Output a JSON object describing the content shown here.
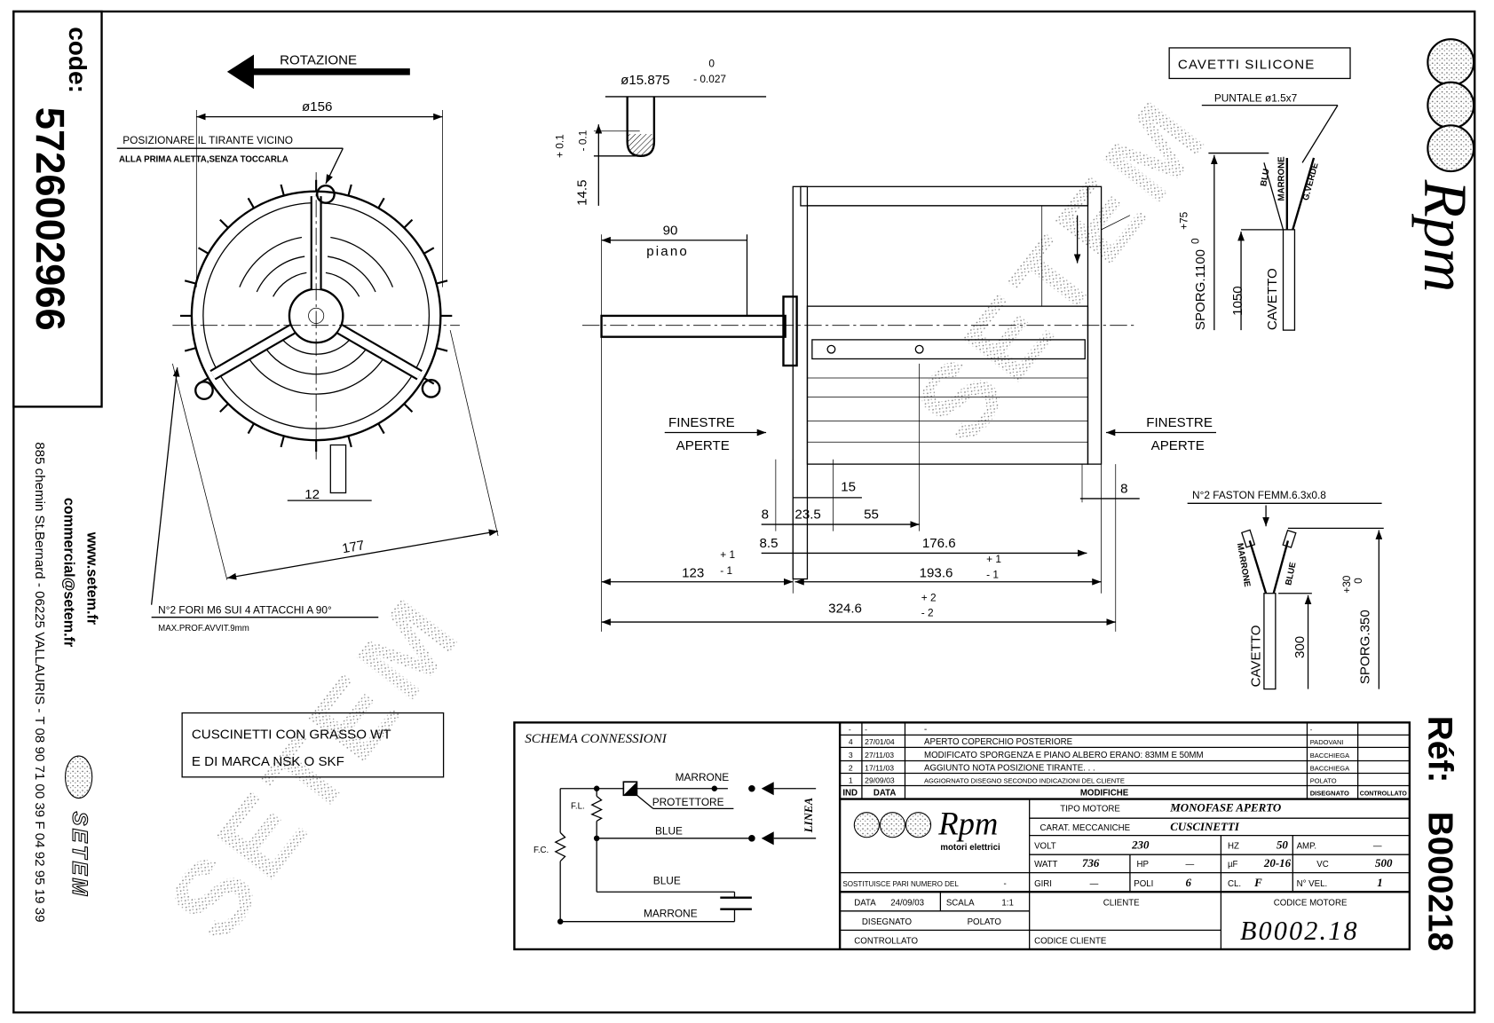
{
  "left_strip": {
    "code_label": "code:",
    "code_value": "5726002966",
    "website": "www.setem.fr",
    "email": "commercial@setem.fr",
    "address": "885 chemin St.Bernard  -  06225 VALLAURIS  -  T 08 90 71 00 39   F 04 92 95 19 39",
    "logo_text": "SETEM"
  },
  "right_strip": {
    "logo_text": "Rpm",
    "ref_label": "Réf:",
    "ref_value": "B000218"
  },
  "watermark": "SETEM",
  "front_view": {
    "rotation_label": "ROTAZIONE",
    "diameter": "ø156",
    "note_line1": "POSIZIONARE IL TIRANTE VICINO",
    "note_line2": "ALLA PRIMA ALETTA,SENZA TOCCARLA",
    "dim_12": "12",
    "dim_177": "177",
    "holes_line1": "N°2 FORI M6 SUI 4 ATTACCHI A 90°",
    "holes_line2": "MAX.PROF.AVVIT.9mm"
  },
  "shaft_detail": {
    "diameter": "ø15.875",
    "tol_upper": "0",
    "tol_lower": "- 0.027",
    "height": "14.5",
    "h_tol_upper": "+ 0.1",
    "h_tol_lower": "- 0.1"
  },
  "side_view": {
    "dim_90": "90",
    "piano": "piano",
    "windows_left_1": "FINESTRE",
    "windows_left_2": "APERTE",
    "windows_right_1": "FINESTRE",
    "windows_right_2": "APERTE",
    "dim_15": "15",
    "dim_8a": "8",
    "dim_23_5": "23.5",
    "dim_55": "55",
    "dim_8_5": "8.5",
    "dim_176_6": "176.6",
    "dim_123": "123",
    "dim_123_tol_up": "+ 1",
    "dim_123_tol_lo": "- 1",
    "dim_193_6": "193.6",
    "dim_193_tol_up": "+ 1",
    "dim_193_tol_lo": "- 1",
    "dim_324_6": "324.6",
    "dim_324_tol_up": "+ 2",
    "dim_324_tol_lo": "- 2",
    "dim_8b": "8"
  },
  "cables_top": {
    "title": "CAVETTI SILICONE",
    "puntale": "PUNTALE ø1.5x7",
    "wire1": "BLU",
    "wire2": "MARRONE",
    "wire3": "G.VERDE",
    "sporg": "SPORG.1100",
    "sporg_tol_up": "+75",
    "sporg_tol_lo": "0",
    "length": "1050",
    "cavetto": "CAVETTO"
  },
  "cables_bottom": {
    "title": "N°2 FASTON FEMM.6.3x0.8",
    "wire1": "MARRONE",
    "wire2": "BLUE",
    "cavetto": "CAVETTO",
    "length": "300",
    "sporg": "SPORG.350",
    "sporg_tol_up": "+30",
    "sporg_tol_lo": "0"
  },
  "bearing_note": {
    "line1": "CUSCINETTI CON GRASSO WT",
    "line2": "E DI MARCA NSK O SKF"
  },
  "schema": {
    "title": "SCHEMA CONNESSIONI",
    "marrone_top": "MARRONE",
    "protettore": "PROTETTORE",
    "blue_mid": "BLUE",
    "blue_low": "BLUE",
    "marrone_low": "MARRONE",
    "fl": "F.L.",
    "fc": "F.C.",
    "linea": "LINEA"
  },
  "revisions": {
    "rows": [
      {
        "ind": "-",
        "data": "-",
        "modifica": "-",
        "disegnato": "-",
        "controllato": ""
      },
      {
        "ind": "4",
        "data": "27/01/04",
        "modifica": "APERTO COPERCHIO POSTERIORE",
        "disegnato": "PADOVANI",
        "controllato": ""
      },
      {
        "ind": "3",
        "data": "27/11/03",
        "modifica": "MODIFICATO SPORGENZA E PIANO ALBERO ERANO: 83MM E 50MM",
        "disegnato": "BACCHIEGA",
        "controllato": ""
      },
      {
        "ind": "2",
        "data": "17/11/03",
        "modifica": "AGGIUNTO NOTA POSIZIONE TIRANTE. . .",
        "disegnato": "BACCHIEGA",
        "controllato": ""
      },
      {
        "ind": "1",
        "data": "29/09/03",
        "modifica": "AGGIORNATO DISEGNO SECONDO INDICAZIONI DEL CLIENTE",
        "disegnato": "POLATO",
        "controllato": ""
      }
    ],
    "header": {
      "ind": "IND",
      "data": "DATA",
      "modifica": "MODIFICHE",
      "disegnato": "DISEGNATO",
      "controllato": "CONTROLLATO"
    }
  },
  "title_block": {
    "logo_text": "Rpm",
    "logo_sub": "motori elettrici",
    "tipo_motore_label": "TIPO MOTORE",
    "tipo_motore": "MONOFASE APERTO",
    "carat_label": "CARAT. MECCANICHE",
    "carat": "CUSCINETTI",
    "volt_label": "VOLT",
    "volt": "230",
    "hz_label": "HZ",
    "hz": "50",
    "amp_label": "AMP.",
    "amp": "—",
    "watt_label": "WATT",
    "watt": "736",
    "hp_label": "HP",
    "hp": "—",
    "uf_label": "µF",
    "uf": "20-16",
    "vc_label": "VC",
    "vc": "500",
    "giri_label": "GIRI",
    "giri": "—",
    "poli_label": "POLI",
    "poli": "6",
    "cl_label": "CL.",
    "cl": "F",
    "nvel_label": "N° VEL.",
    "nvel": "1",
    "sostituisce_label": "SOSTITUISCE PARI NUMERO DEL",
    "sostituisce": "-",
    "data_label": "DATA",
    "data": "24/09/03",
    "scala_label": "SCALA",
    "scala": "1:1",
    "disegnato_label": "DISEGNATO",
    "disegnato": "POLATO",
    "controllato_label": "CONTROLLATO",
    "cliente_label": "CLIENTE",
    "codice_cliente_label": "CODICE CLIENTE",
    "codice_motore_label": "CODICE MOTORE",
    "codice_motore": "B0002.18"
  }
}
